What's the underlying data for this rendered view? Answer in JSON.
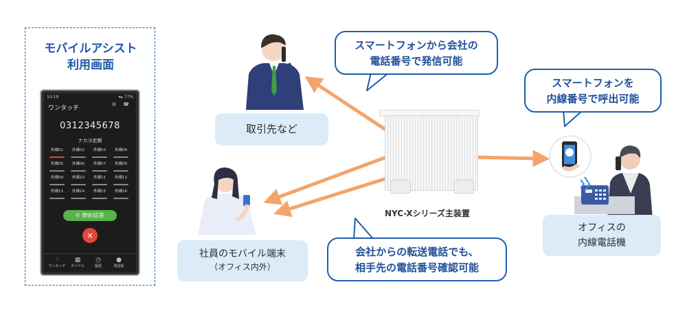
{
  "mobile_panel": {
    "title_lines": [
      "モバイルアシスト",
      "利用画面"
    ],
    "phone": {
      "status_time": "10:19",
      "status_right": "▾▴ 77%",
      "app_title": "ワンタッチ",
      "top_icons": "⊞ ☎",
      "number": "0312345678",
      "contact": "ナカヨ史朗",
      "lines": [
        "外線01",
        "外線02",
        "外線03",
        "外線04",
        "外線05",
        "外線06",
        "外線07",
        "外線08",
        "外線09",
        "外線10",
        "外線11",
        "外線12",
        "外線13",
        "外線14",
        "外線15",
        "外線16"
      ],
      "call_button": "発信/応答",
      "hangup_button": "×",
      "nav": [
        {
          "icon": "touch-icon",
          "glyph": "☝",
          "label": "ワンタッチ"
        },
        {
          "icon": "keypad-icon",
          "glyph": "▦",
          "label": "ダイヤル"
        },
        {
          "icon": "history-icon",
          "glyph": "◷",
          "label": "履歴"
        },
        {
          "icon": "contacts-icon",
          "glyph": "●",
          "label": "電話帳"
        }
      ]
    }
  },
  "nodes": {
    "partner": "取引先など",
    "employee_line1": "社員のモバイル端末",
    "employee_line2": "（オフィス内外）",
    "office_line1": "オフィスの",
    "office_line2": "内線電話機",
    "server": "NYC-Xシリーズ主装置"
  },
  "bubbles": {
    "b1": [
      "スマートフォンから会社の",
      "電話番号で発信可能"
    ],
    "b2": [
      "スマートフォンを",
      "内線番号で呼出可能"
    ],
    "b3": [
      "会社からの転送電話でも、",
      "相手先の電話番号確認可能"
    ]
  },
  "colors": {
    "accent_blue": "#1f5ea8",
    "arrow_orange": "#f4a46a",
    "label_bg": "#dbecf8"
  }
}
